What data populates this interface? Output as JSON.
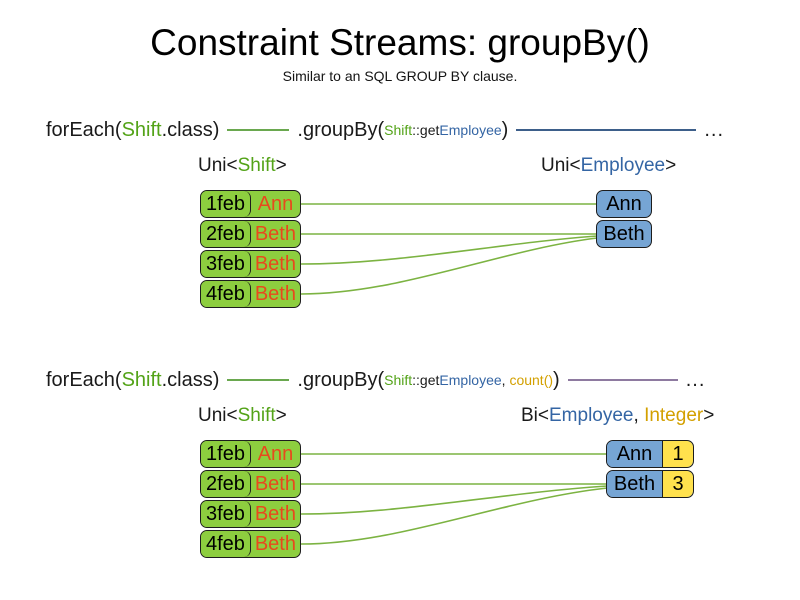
{
  "slide": {
    "title": "Constraint Streams: groupBy()",
    "subtitle": "Similar to an SQL GROUP BY clause."
  },
  "colors": {
    "shift_green": "#8dce3f",
    "employee_blue": "#76a5d4",
    "integer_yellow": "#ffe14d",
    "name_orange": "#e8491d",
    "token_shift": "#53a318",
    "token_employee": "#3465a4",
    "token_count": "#d3a000",
    "line_green": "#6aa84f",
    "line_blue": "#3d5f8a",
    "line_purple": "#8e7aa0"
  },
  "sections": [
    {
      "id": "groupby-single",
      "code": {
        "foreach": {
          "prefix": "forEach(",
          "type": "Shift",
          "suffix": ".class)"
        },
        "connector1_color": "#6aa84f",
        "groupby": {
          "prefix": ".groupBy(",
          "arg_type": "Shift",
          "arg_sep": "::get",
          "arg_prop": "Employee",
          "suffix": ")"
        },
        "connector2_color": "#3d5f8a",
        "ellipsis": "..."
      },
      "left_caption": {
        "prefix": "Uni<",
        "type": "Shift",
        "suffix": ">"
      },
      "right_caption": {
        "prefix": "Uni<",
        "type": "Employee",
        "suffix": ">"
      },
      "shifts": [
        {
          "date": "1feb",
          "name": "Ann"
        },
        {
          "date": "2feb",
          "name": "Beth"
        },
        {
          "date": "3feb",
          "name": "Beth"
        },
        {
          "date": "4feb",
          "name": "Beth"
        }
      ],
      "employees": [
        {
          "name": "Ann"
        },
        {
          "name": "Beth"
        }
      ]
    },
    {
      "id": "groupby-count",
      "code": {
        "foreach": {
          "prefix": "forEach(",
          "type": "Shift",
          "suffix": ".class)"
        },
        "connector1_color": "#6aa84f",
        "groupby": {
          "prefix": ".groupBy(",
          "arg_type": "Shift",
          "arg_sep": "::get",
          "arg_prop": "Employee",
          "arg_comma": ", ",
          "arg_count": "count()",
          "suffix": ")"
        },
        "connector2_color": "#8e7aa0",
        "ellipsis": "..."
      },
      "left_caption": {
        "prefix": "Uni<",
        "type": "Shift",
        "suffix": ">"
      },
      "right_caption": {
        "prefix": "Bi<",
        "type": "Employee",
        "middle": ", ",
        "type2": "Integer",
        "suffix": ">"
      },
      "shifts": [
        {
          "date": "1feb",
          "name": "Ann"
        },
        {
          "date": "2feb",
          "name": "Beth"
        },
        {
          "date": "3feb",
          "name": "Beth"
        },
        {
          "date": "4feb",
          "name": "Beth"
        }
      ],
      "groups": [
        {
          "name": "Ann",
          "count": "1"
        },
        {
          "name": "Beth",
          "count": "3"
        }
      ]
    }
  ]
}
